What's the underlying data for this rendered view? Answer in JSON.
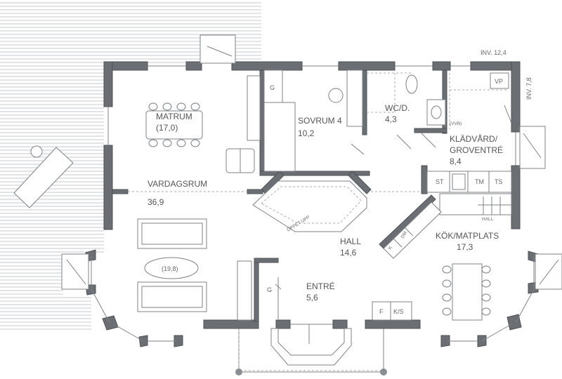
{
  "rooms": {
    "matrum": {
      "name": "MATRUM",
      "area": "(17,0)"
    },
    "vardagsrum": {
      "name": "VARDAGSRUM",
      "area": "36,9"
    },
    "sovrum": {
      "name": "SOVRUM 4",
      "area": "10,2"
    },
    "wc": {
      "name": "WC/D.",
      "area": "4,3"
    },
    "kladvard": {
      "name1": "KLÄDVÅRD/",
      "name2": "GROVENTRÉ",
      "area": "8,4"
    },
    "hall": {
      "name": "HALL",
      "area": "14,6"
    },
    "kok": {
      "name": "KÖK/MATPLATS",
      "area": "17,3"
    },
    "entre": {
      "name": "ENTRÉ",
      "area": "5,6"
    }
  },
  "annotations": {
    "inv_top": "INV. 12,4",
    "inv_side": "INV. 7,8",
    "table_area": "(19,8)",
    "vp": "VP",
    "g1": "G",
    "g2": "G",
    "st": "ST",
    "tm": "TM",
    "ts": "TS",
    "hall_small": "HALL",
    "f": "F",
    "ks": "K/S",
    "oppet_upp": "ÖPPET UPP",
    "vvb": "(VVB)",
    "k_label": "K",
    "dm_label": "DM"
  }
}
